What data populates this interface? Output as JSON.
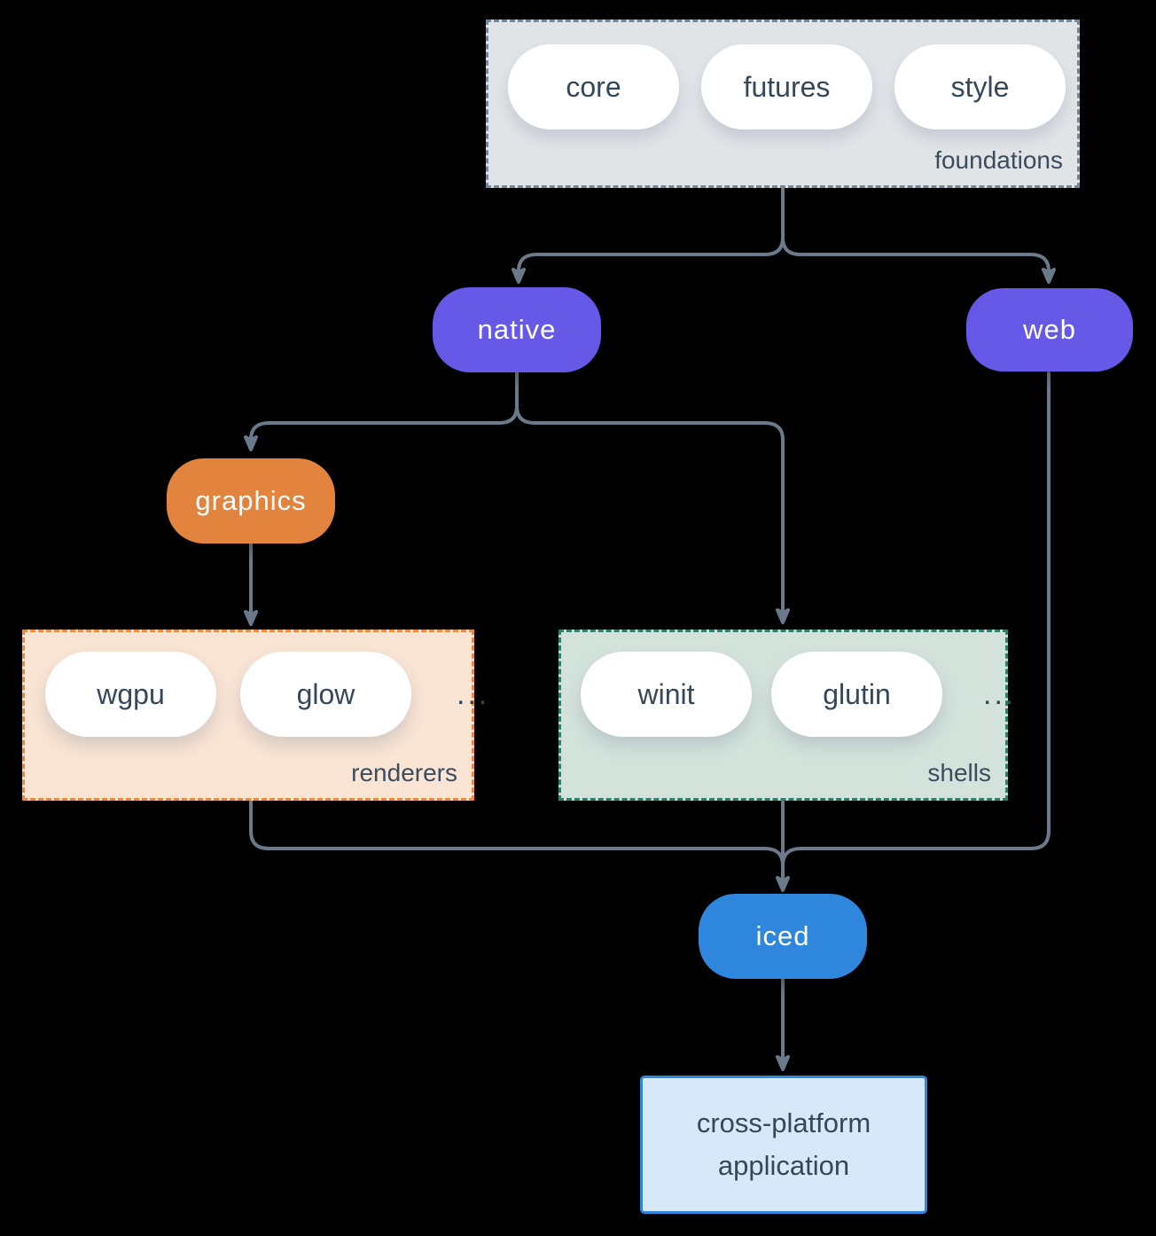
{
  "colors": {
    "background": "#000000",
    "connector": "#6b7a8b",
    "node_purple": "#6659e8",
    "node_orange": "#e2833e",
    "node_blue": "#2e86dd",
    "text_dark": "#35475a",
    "foundations_fill": "#e2e5e8",
    "foundations_border": "#74879a",
    "renderers_fill": "#fae4d4",
    "renderers_border": "#ea8a3e",
    "shells_fill": "#d4e2dc",
    "shells_border": "#2f7d6d",
    "application_fill": "#d7e9f9",
    "application_border": "#2e86dd"
  },
  "groups": {
    "foundations": {
      "label": "foundations",
      "pills": [
        "core",
        "futures",
        "style"
      ]
    },
    "renderers": {
      "label": "renderers",
      "pills": [
        "wgpu",
        "glow"
      ],
      "more": "..."
    },
    "shells": {
      "label": "shells",
      "pills": [
        "winit",
        "glutin"
      ],
      "more": "..."
    }
  },
  "nodes": {
    "native": {
      "label": "native"
    },
    "web": {
      "label": "web"
    },
    "graphics": {
      "label": "graphics"
    },
    "iced": {
      "label": "iced"
    }
  },
  "application": {
    "line1": "cross-platform",
    "line2": "application"
  }
}
